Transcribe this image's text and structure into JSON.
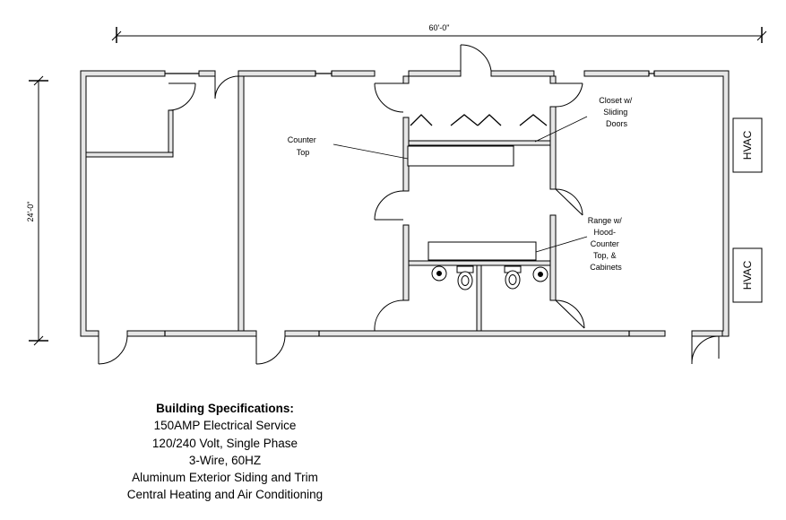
{
  "dimensions": {
    "width": "60'-0\"",
    "height": "24'-0\""
  },
  "labels": {
    "counter_top": [
      "Counter",
      "Top"
    ],
    "closet": [
      "Closet w/",
      "Sliding",
      "Doors"
    ],
    "range": [
      "Range w/",
      "Hood-",
      "Counter",
      "Top, &",
      "Cabinets"
    ],
    "hvac": "HVAC"
  },
  "specs": {
    "title": "Building Specifications:",
    "lines": [
      "150AMP Electrical Service",
      "120/240 Volt, Single Phase",
      "3-Wire, 60HZ",
      "Aluminum Exterior Siding and Trim",
      "Central Heating and Air Conditioning"
    ]
  }
}
